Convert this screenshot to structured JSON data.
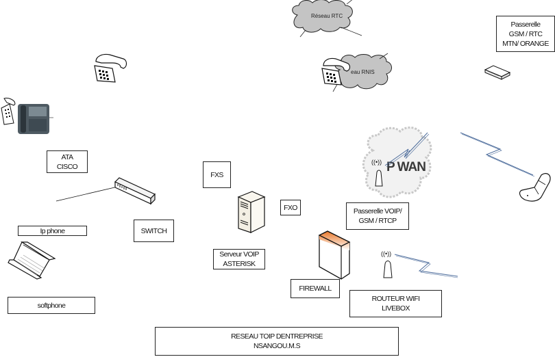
{
  "diagram": {
    "title": "RESEAU TOIP DENTREPRISE",
    "author": "NSANGOU.M.S",
    "clouds": {
      "rtc": "Réseau RTC",
      "rnis": "Réseau RNIS",
      "rnis_visible": "eau RNIS",
      "ip_wan": "IP WAN",
      "ip_wan_visible": "P WAN"
    },
    "labels": {
      "passerelle_gsm": "Passerelle\nGSM / RTC\nMTN/ ORANGE",
      "ata": "ATA\nCISCO",
      "fxs": "FXS",
      "fxo": "FXO",
      "passerelle_voip": "Passerelle VOIP/\nGSM / RTCP",
      "ip_phone": "Ip phone",
      "switch": "SWITCH",
      "serveur": "Serveur VOIP\nASTERISK",
      "firewall": "FIREWALL",
      "routeur": "ROUTEUR WIFI\nLIVEBOX",
      "softphone": "softphone"
    },
    "colors": {
      "cloud_fill": "#c4c4c4",
      "wireless_link": "#4a6a9a",
      "firewall_top": "#e8772a",
      "stroke": "#111111"
    }
  }
}
